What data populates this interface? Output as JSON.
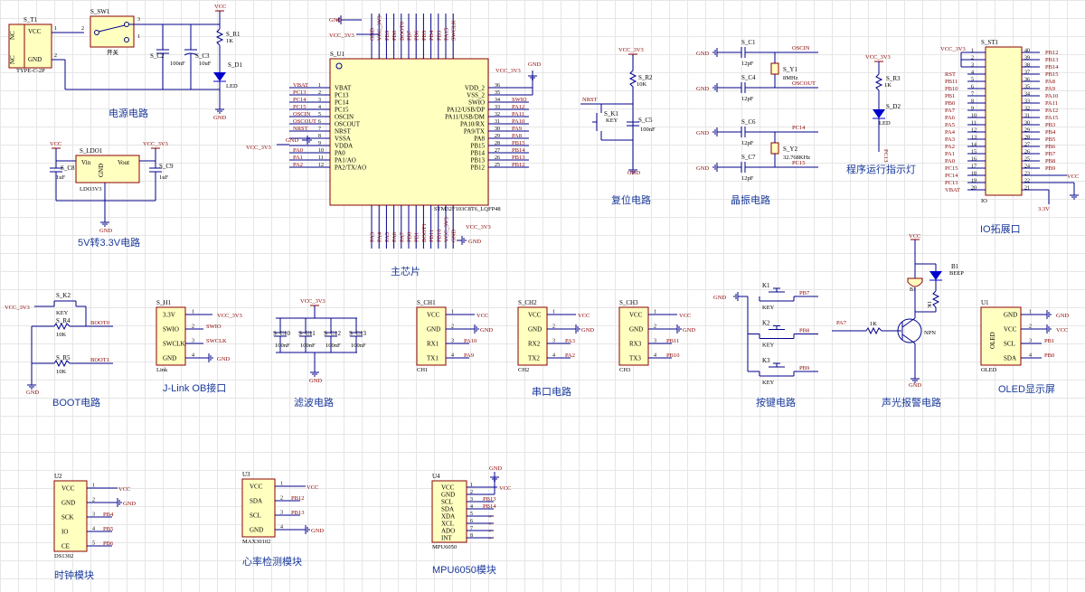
{
  "sections": {
    "power": "电源电路",
    "ldo": "5V转3.3V电路",
    "mcu": "主芯片",
    "reset": "复位电路",
    "crystal": "晶振电路",
    "led": "程序运行指示灯",
    "io": "IO拓展口",
    "boot": "BOOT电路",
    "jlink": "J-Link OB接口",
    "filter": "滤波电路",
    "uart": "串口电路",
    "keys": "按键电路",
    "buzzer": "声光报警电路",
    "oled": "OLED显示屏",
    "clock": "时钟模块",
    "heart": "心率检测模块",
    "mpu": "MPU6050模块"
  },
  "power": {
    "t1_ref": "S_T1",
    "t1_val": "TYPE-C-2P",
    "t1_vcc": "VCC",
    "t1_gnd": "GND",
    "nc1": "NC",
    "nc2": "NC",
    "sw1_ref": "S_SW1",
    "sw1_val": "开关",
    "c2": "S_C2",
    "c2v": "100nF",
    "c3": "S_C3",
    "c3v": "10uF",
    "r1": "S_R1",
    "r1v": "1K",
    "d1": "S_D1",
    "d1v": "LED",
    "vcc": "VCC",
    "gnd": "GND"
  },
  "ldo": {
    "ref": "S_LDO1",
    "val": "LDO3V3",
    "vin": "Vin",
    "vout": "Vout",
    "gnd": "GND",
    "c8": "S_C8",
    "c8v": "1uF",
    "c9": "S_C9",
    "c9v": "1uF",
    "vcc": "VCC",
    "v33": "VCC_3V3"
  },
  "mcu": {
    "ref": "S_U1",
    "val": "STM32F103C8T6_LQFP48",
    "left_pins": [
      {
        "n": "1",
        "name": "VBAT",
        "net": "VBAT"
      },
      {
        "n": "2",
        "name": "PC13",
        "net": "PC13"
      },
      {
        "n": "3",
        "name": "PC14",
        "net": "PC14"
      },
      {
        "n": "4",
        "name": "PC15",
        "net": "PC15"
      },
      {
        "n": "5",
        "name": "OSCIN",
        "net": "OSCIN"
      },
      {
        "n": "6",
        "name": "OSCOUT",
        "net": "OSCOUT"
      },
      {
        "n": "7",
        "name": "NRST",
        "net": "NRST"
      },
      {
        "n": "8",
        "name": "VSSA",
        "net": ""
      },
      {
        "n": "9",
        "name": "VDDA",
        "net": ""
      },
      {
        "n": "10",
        "name": "PA0",
        "net": "PA0"
      },
      {
        "n": "11",
        "name": "PA1/AO",
        "net": "PA1"
      },
      {
        "n": "12",
        "name": "PA2/TX/AO",
        "net": "PA2"
      }
    ],
    "right_pins": [
      {
        "n": "36",
        "name": "VDD_2",
        "net": ""
      },
      {
        "n": "35",
        "name": "VSS_2",
        "net": ""
      },
      {
        "n": "34",
        "name": "SWIO",
        "net": "SWIO"
      },
      {
        "n": "33",
        "name": "PA12/USB/DP",
        "net": "PA12"
      },
      {
        "n": "32",
        "name": "PA11/USB/DM",
        "net": "PA11"
      },
      {
        "n": "31",
        "name": "PA10/RX",
        "net": "PA10"
      },
      {
        "n": "30",
        "name": "PA9/TX",
        "net": "PA9"
      },
      {
        "n": "29",
        "name": "PA8",
        "net": "PA8"
      },
      {
        "n": "28",
        "name": "PB15",
        "net": "PB15"
      },
      {
        "n": "27",
        "name": "PB14",
        "net": "PB14"
      },
      {
        "n": "26",
        "name": "PB13",
        "net": "PB13"
      },
      {
        "n": "25",
        "name": "PB12",
        "net": "PB12"
      }
    ],
    "top_nets": [
      "GND",
      "VCC_3V3",
      "PB9",
      "PB8",
      "BOOT0",
      "PB7",
      "PB6",
      "PB5",
      "PB4",
      "PB3",
      "PA15",
      "SWCLK"
    ],
    "bot_nets": [
      "PA3",
      "PA4",
      "PA5",
      "PA6",
      "PA7",
      "PB0",
      "PB1",
      "BOOT1",
      "PB11",
      "PB10",
      "VCC_3V3",
      "GND"
    ],
    "gnd": "GND",
    "v33": "VCC_3V3"
  },
  "reset": {
    "v33": "VCC_3V3",
    "r2": "S_R2",
    "r2v": "10K",
    "k1": "S_K1",
    "k1v": "KEY",
    "c5": "S_C5",
    "c5v": "100nF",
    "nrst": "NRST",
    "gnd": "GND"
  },
  "crystal": {
    "c1": "S_C1",
    "c4": "S_C4",
    "c6": "S_C6",
    "c7": "S_C7",
    "cv": "12pF",
    "y1": "S_Y1",
    "y1v": "8MHz",
    "y2": "S_Y2",
    "y2v": "32.768KHz",
    "oscin": "OSCIN",
    "oscout": "OSCOUT",
    "pc14": "PC14",
    "pc15": "PC15",
    "gnd": "GND"
  },
  "led": {
    "v33": "VCC_3V3",
    "r3": "S_R3",
    "r3v": "1K",
    "d2": "S_D2",
    "d2v": "LED",
    "net": "PC13"
  },
  "io": {
    "ref": "S_ST1",
    "val": "IO",
    "v33": "VCC_3V3",
    "vcc": "VCC",
    "gnd": "GND",
    "v33b": "3.3V",
    "left": [
      "",
      "",
      "",
      "RST",
      "PB11",
      "PB10",
      "PB1",
      "PB0",
      "PA7",
      "PA6",
      "PA5",
      "PA4",
      "PA3",
      "PA2",
      "PA1",
      "PA0",
      "PC15",
      "PC14",
      "PC13",
      "VBAT"
    ],
    "right": [
      "PB12",
      "PB13",
      "PB14",
      "PB15",
      "PA8",
      "PA9",
      "PA10",
      "PA11",
      "PA12",
      "PA15",
      "PB3",
      "PB4",
      "PB5",
      "PB6",
      "PB7",
      "PB8",
      "PB9",
      "",
      "",
      ""
    ]
  },
  "boot": {
    "v33": "VCC_3V3",
    "k2": "S_K2",
    "k2v": "KEY",
    "r4": "S_R4",
    "r4v": "10K",
    "r5": "S_R5",
    "r5v": "10K",
    "boot0": "BOOT0",
    "boot1": "BOOT1",
    "gnd": "GND"
  },
  "jlink": {
    "ref": "S_H1",
    "val": "Link",
    "pins": [
      "3.3V",
      "SWIO",
      "SWCLK",
      "GND"
    ],
    "nets": [
      "VCC_3V3",
      "SWIO",
      "SWCLK",
      "GND"
    ]
  },
  "filter": {
    "v33": "VCC_3V3",
    "caps": [
      "S_C10",
      "S_C11",
      "S_C12",
      "S_C13"
    ],
    "cv": "100nF",
    "gnd": "GND"
  },
  "uart": [
    {
      "ref": "S_CH1",
      "val": "CH1",
      "rx": "RX1",
      "tx": "TX1",
      "rxn": "PA10",
      "txn": "PA9"
    },
    {
      "ref": "S_CH2",
      "val": "CH2",
      "rx": "RX2",
      "tx": "TX2",
      "rxn": "PA3",
      "txn": "PA2"
    },
    {
      "ref": "S_CH3",
      "val": "CH3",
      "rx": "RX3",
      "tx": "TX3",
      "rxn": "PB11",
      "txn": "PB10"
    }
  ],
  "uart_common": {
    "vcc": "VCC",
    "gnd": "GND"
  },
  "keys": {
    "gnd": "GND",
    "items": [
      {
        "ref": "K1",
        "val": "KEY",
        "net": "PB7"
      },
      {
        "ref": "K2",
        "val": "KEY",
        "net": "PB8"
      },
      {
        "ref": "K3",
        "val": "KEY",
        "net": "PB9"
      }
    ]
  },
  "buzzer": {
    "vcc": "VCC",
    "b1": "B1",
    "b1v": "BEEP",
    "r": "1K",
    "pa7": "PA7",
    "rb": "1K",
    "q": "NPN",
    "gnd": "GND"
  },
  "oled": {
    "ref": "U1",
    "val": "OLED",
    "label": "OLED",
    "pins": [
      "GND",
      "VCC",
      "SCL",
      "SDA"
    ],
    "nets": [
      "GND",
      "VCC",
      "PB1",
      "PB0"
    ]
  },
  "clock": {
    "ref": "U2",
    "val": "DS1302",
    "pins": [
      "VCC",
      "GND",
      "SCK",
      "IO",
      "CE"
    ],
    "nets": [
      "VCC",
      "GND",
      "PB4",
      "PB5",
      "PB6"
    ]
  },
  "heart": {
    "ref": "U3",
    "val": "MAX30102",
    "pins": [
      "VCC",
      "SDA",
      "SCL",
      "GND"
    ],
    "nets": [
      "VCC",
      "PB12",
      "PB13",
      "GND"
    ]
  },
  "mpu": {
    "ref": "U4",
    "val": "MPU6050",
    "pins": [
      "VCC",
      "GND",
      "SCL",
      "SDA",
      "XDA",
      "XCL",
      "ADO",
      "INT"
    ],
    "nets": [
      "VCC",
      "GND",
      "PB13",
      "PB14"
    ]
  }
}
